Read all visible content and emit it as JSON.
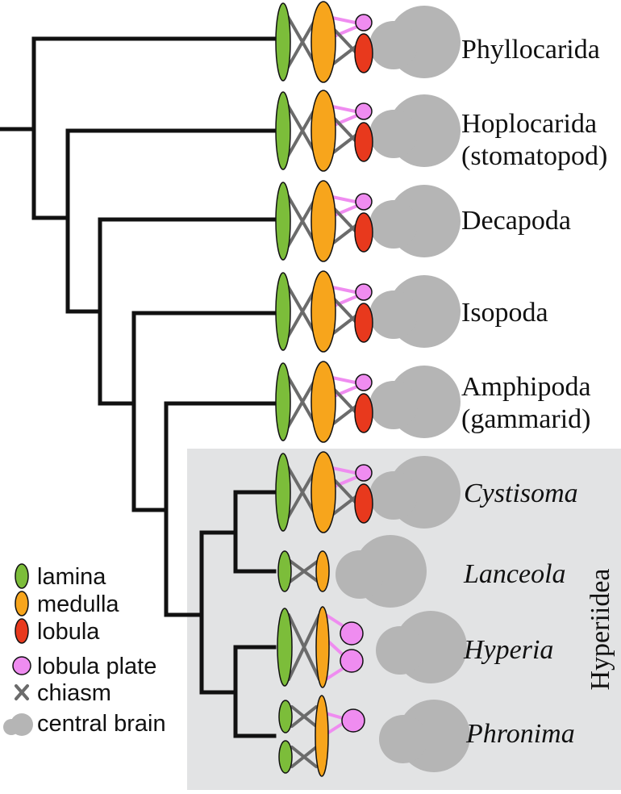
{
  "taxa": [
    {
      "lines": [
        "Phyllocarida"
      ],
      "italic": false
    },
    {
      "lines": [
        "Hoplocarida",
        "(stomatopod)"
      ],
      "italic": false
    },
    {
      "lines": [
        "Decapoda"
      ],
      "italic": false
    },
    {
      "lines": [
        "Isopoda"
      ],
      "italic": false
    },
    {
      "lines": [
        "Amphipoda",
        "(gammarid)"
      ],
      "italic": false
    },
    {
      "lines": [
        "Cystisoma"
      ],
      "italic": true
    },
    {
      "lines": [
        "Lanceola"
      ],
      "italic": true
    },
    {
      "lines": [
        "Hyperia"
      ],
      "italic": true
    },
    {
      "lines": [
        "Phronima"
      ],
      "italic": true
    }
  ],
  "group_label": "Hyperiidea",
  "legend": [
    {
      "label": "lamina",
      "icon": "lamina-icon"
    },
    {
      "label": "medulla",
      "icon": "medulla-icon"
    },
    {
      "label": "lobula",
      "icon": "lobula-icon"
    },
    {
      "label": "lobula plate",
      "icon": "lobula-plate-icon"
    },
    {
      "label": "chiasm",
      "icon": "chiasm-icon"
    },
    {
      "label": "central brain",
      "icon": "central-brain-icon"
    }
  ],
  "colors": {
    "lamina": "#7cbd3a",
    "medulla": "#f7a51c",
    "lobula": "#e8391d",
    "lobula_plate": "#ef8cf0",
    "chiasm": "#6b6b6b",
    "central_brain": "#b5b5b5",
    "highlight_box": "#e2e3e4",
    "tree": "#111111"
  }
}
